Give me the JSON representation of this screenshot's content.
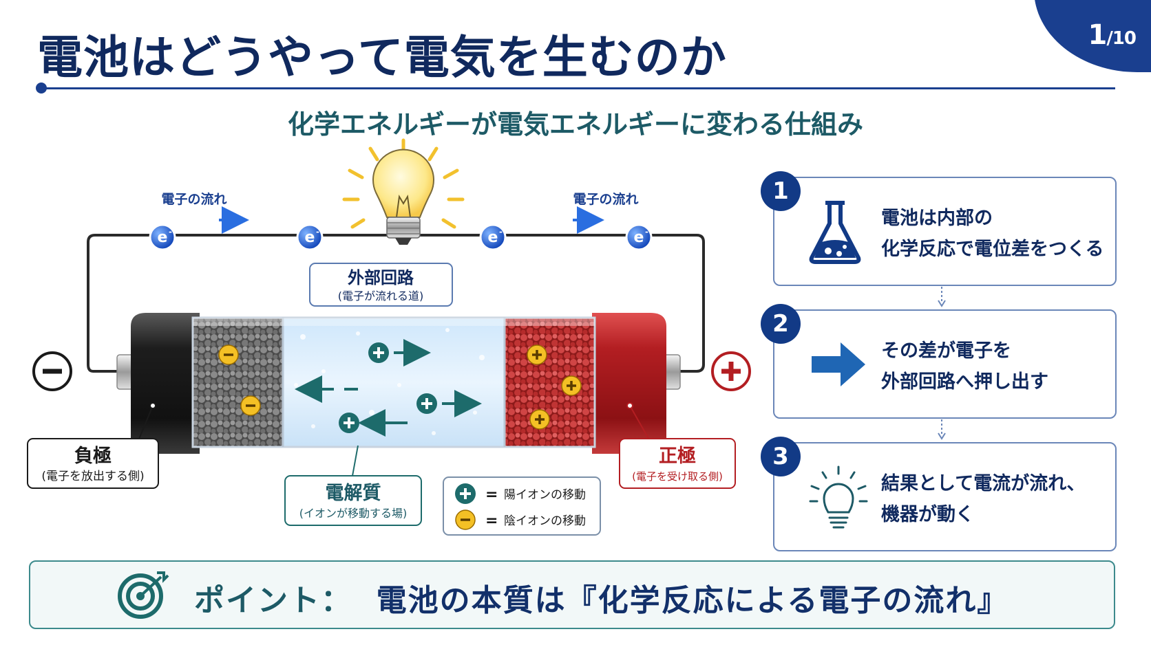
{
  "page": {
    "current": "1",
    "total": "/10"
  },
  "title": "電池はどうやって電気を生むのか",
  "subtitle": "化学エネルギーが電気エネルギーに変わる仕組み",
  "diagram": {
    "electron_flow_left": "電子の流れ",
    "electron_flow_right": "電子の流れ",
    "electron_symbol": "e",
    "external_circuit": {
      "title": "外部回路",
      "sub": "(電子が流れる道)"
    },
    "negative_terminal": {
      "title": "負極",
      "sub": "(電子を放出する側)"
    },
    "positive_terminal": {
      "title": "正極",
      "sub": "(電子を受け取る側)"
    },
    "electrolyte": {
      "title": "電解質",
      "sub": "(イオンが移動する場)"
    },
    "legend": [
      {
        "symbol": "+",
        "label": "陽イオンの移動"
      },
      {
        "symbol": "−",
        "label": "陰イオンの移動"
      }
    ],
    "colors": {
      "navy": "#123a86",
      "teal": "#1d6b6b",
      "red": "#b31e22",
      "dark": "#262626"
    }
  },
  "steps": [
    {
      "num": "1",
      "line1": "電池は内部の",
      "line2": "化学反応で電位差をつくる",
      "icon": "flask-icon"
    },
    {
      "num": "2",
      "line1": "その差が電子を",
      "line2": "外部回路へ押し出す",
      "icon": "arrow-right-icon"
    },
    {
      "num": "3",
      "line1": "結果として電流が流れ、",
      "line2": "機器が動く",
      "icon": "lightbulb-icon"
    }
  ],
  "point": {
    "label": "ポイント：",
    "text": "電池の本質は『化学反応による電子の流れ』"
  }
}
